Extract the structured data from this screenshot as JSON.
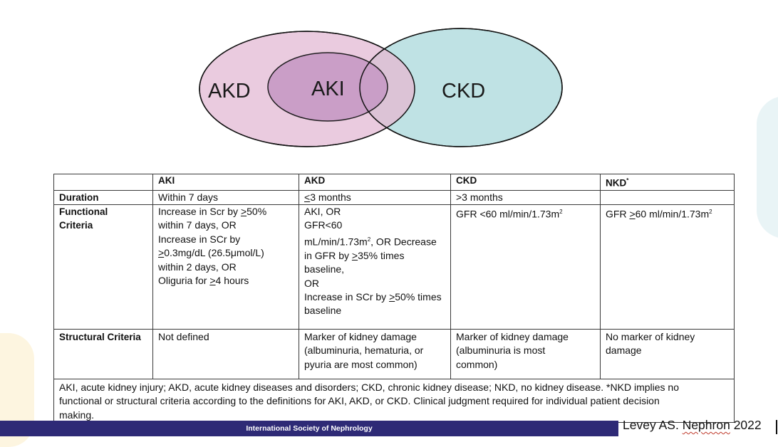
{
  "venn": {
    "labels": {
      "akd": "AKD",
      "aki": "AKI",
      "ckd": "CKD"
    },
    "colors": {
      "akd_fill": "#eacbdf",
      "aki_fill": "#c89bc6",
      "ckd_fill": "#bfe2e4",
      "overlap_fill": "#dcc3d6",
      "stroke": "#111111"
    }
  },
  "table": {
    "header": {
      "blank": "",
      "aki": "AKI",
      "akd": "AKD",
      "ckd": "CKD",
      "nkd": "NKD",
      "nkd_sup": "*"
    },
    "duration": {
      "label": "Duration",
      "aki": "Within 7 days",
      "akd_prefix": "<",
      "akd_underlined": "3",
      "akd_rest": " months",
      "ckd": ">3 months",
      "nkd": ""
    },
    "functional": {
      "label_line1": "Functional",
      "label_line2": "Criteria",
      "aki": {
        "l1a": "Increase in Scr by ",
        "l1u": ">",
        "l1b": "50%",
        "l2": "within 7 days, OR",
        "l3": "Increase in SCr by",
        "l4u": ">",
        "l4b": "0.3mg/dL (26.5μmol/L)",
        "l5": "within 2 days, OR",
        "l6a": "Oliguria for ",
        "l6u": ">",
        "l6b": "4 hours"
      },
      "akd": {
        "l1": "AKI, OR",
        "l2": "GFR<60",
        "l3a": "mL/min/1.73m",
        "l3sup": "2",
        "l3b": ", OR Decrease",
        "l4a": "in GFR by ",
        "l4u": ">",
        "l4b": "35% times",
        "l5": "baseline,",
        "l6": "OR",
        "l7a": "Increase in SCr by ",
        "l7u": ">",
        "l7b": "50% times",
        "l8": "baseline"
      },
      "ckd": {
        "a": "GFR <60 ml/min/1.73m",
        "sup": "2"
      },
      "nkd": {
        "a": "GFR ",
        "u": ">",
        "b": "60 ml/min/1.73m",
        "sup": "2"
      }
    },
    "structural": {
      "label": "Structural Criteria",
      "aki": "Not defined",
      "akd": {
        "l1": "Marker of kidney damage",
        "l2": "(albuminuria, hematuria, or",
        "l3": "pyuria are most common)"
      },
      "ckd": {
        "l1": "Marker of kidney damage",
        "l2": "(albuminuria is most",
        "l3": "common)"
      },
      "nkd": {
        "l1": "No marker of kidney",
        "l2": "damage"
      }
    },
    "footnote": {
      "l1": "AKI, acute kidney injury; AKD, acute kidney diseases and disorders; CKD, chronic kidney disease; NKD, no kidney disease. *NKD implies no",
      "l2": "functional or structural criteria according to the definitions for AKI, AKD, or CKD.  Clinical judgment required for individual patient decision",
      "l3": "making."
    }
  },
  "footer": {
    "organization": "International Society of Nephrology",
    "citation_author": "Levey AS.",
    "citation_journal": "Nephron",
    "citation_year": "2022",
    "bar_color": "#2e2a76"
  }
}
